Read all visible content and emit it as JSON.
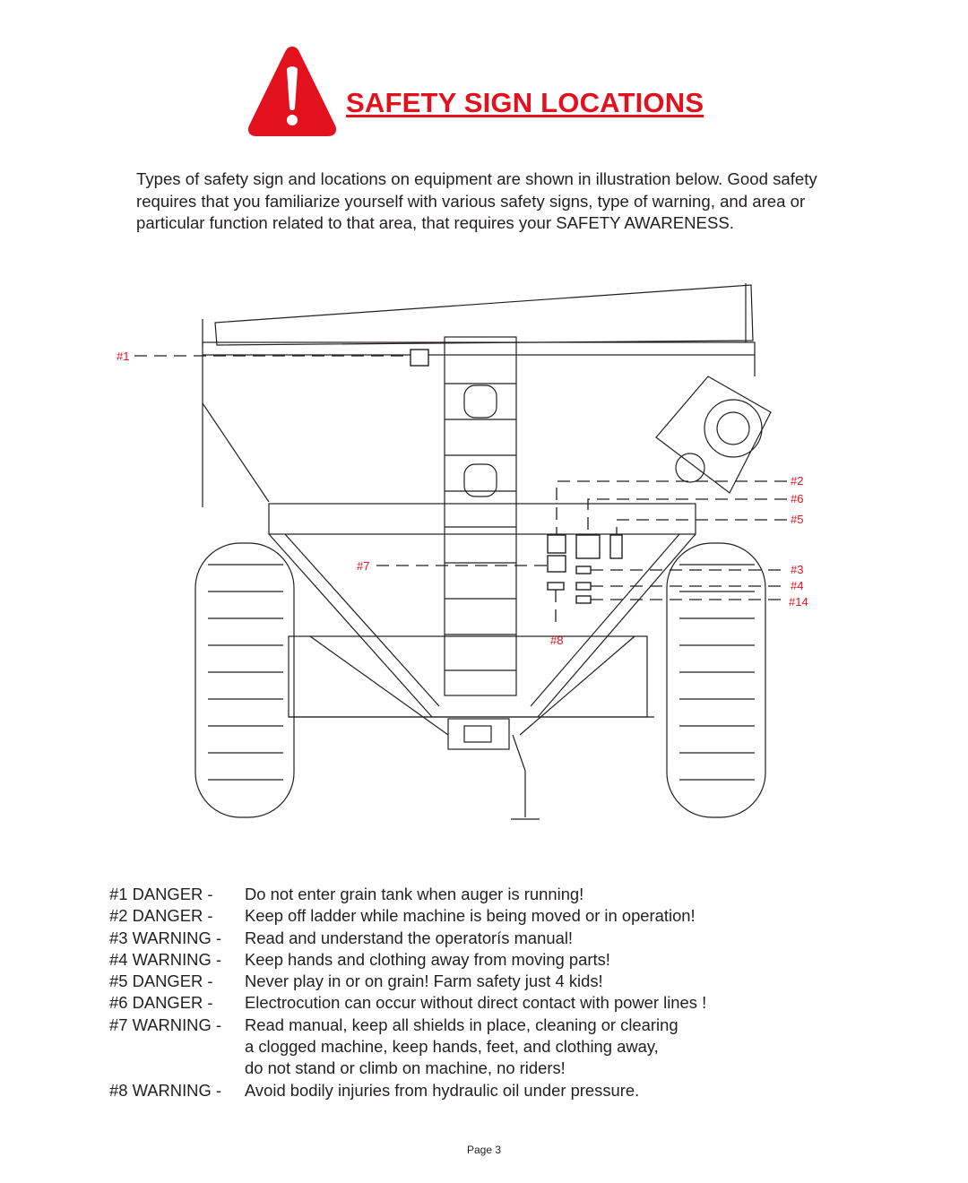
{
  "header": {
    "title": "SAFETY SIGN LOCATIONS",
    "icon": "warning-triangle-icon",
    "accent_color": "#e3101e"
  },
  "intro": "Types of safety sign and locations on equipment are shown in illustration below. Good safety requires that you familiarize yourself with various safety signs, type of warning, and area or particular function related to that area, that requires your SAFETY AWARENESS.",
  "callouts": {
    "c1": "#1",
    "c2": "#2",
    "c6": "#6",
    "c5": "#5",
    "c7": "#7",
    "c3": "#3",
    "c4": "#4",
    "c14": "#14",
    "c8": "#8"
  },
  "legend": [
    {
      "code": "#1 DANGER -",
      "desc": "Do not enter grain tank when auger is running!"
    },
    {
      "code": "#2 DANGER -",
      "desc": "Keep off ladder while machine is being moved or in operation!"
    },
    {
      "code": "#3 WARNING -",
      "desc": "Read and understand the operatorís manual!"
    },
    {
      "code": "#4 WARNING -",
      "desc": "Keep hands and clothing away from moving parts!"
    },
    {
      "code": "#5 DANGER -",
      "desc": "Never play in or on grain! Farm safety just 4 kids!"
    },
    {
      "code": "#6 DANGER -",
      "desc": "Electrocution can occur without direct contact with power lines !"
    },
    {
      "code": "#7 WARNING -",
      "desc": "Read manual, keep all shields in place, cleaning or clearing",
      "cont": [
        "a clogged machine, keep hands, feet, and clothing away,",
        "do not stand or climb on machine, no riders!"
      ]
    },
    {
      "code": "#8 WARNING -",
      "desc": "Avoid bodily injuries from hydraulic oil under pressure."
    }
  ],
  "footer": {
    "page": "Page 3"
  }
}
